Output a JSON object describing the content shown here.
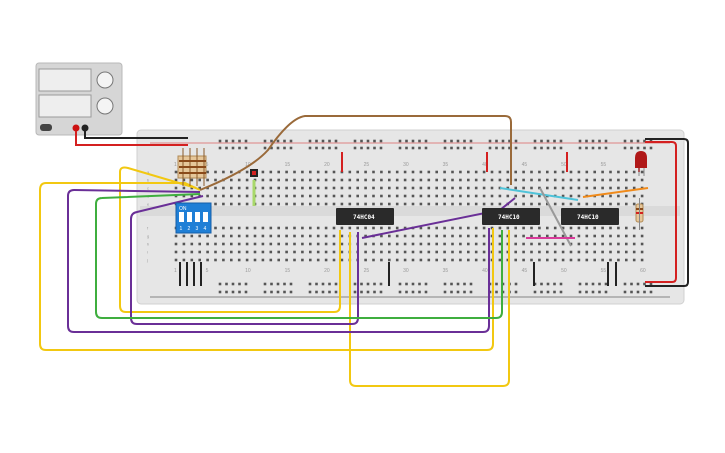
{
  "breadboard": {
    "column_numbers": [
      "1",
      "5",
      "10",
      "15",
      "20",
      "25",
      "30",
      "35",
      "40",
      "45",
      "50",
      "55",
      "60"
    ],
    "row_letters_top": [
      "a",
      "b",
      "c",
      "d",
      "e"
    ],
    "row_letters_bottom": [
      "f",
      "g",
      "h",
      "i",
      "j"
    ]
  },
  "chips": [
    {
      "label": "74HC04"
    },
    {
      "label": "74HC10"
    },
    {
      "label": "74HC10"
    }
  ],
  "dip_switch": {
    "on_label": "ON",
    "positions": [
      "1",
      "2",
      "3",
      "4"
    ]
  },
  "colors": {
    "yellow": "#f2c811",
    "purple": "#6a2f97",
    "green": "#3fae3f",
    "brown": "#9a6a3a",
    "red": "#d42020",
    "black": "#222222",
    "cyan": "#4fc3d9",
    "orange": "#f08a1a",
    "gray": "#999999",
    "magenta": "#d93a9a"
  }
}
